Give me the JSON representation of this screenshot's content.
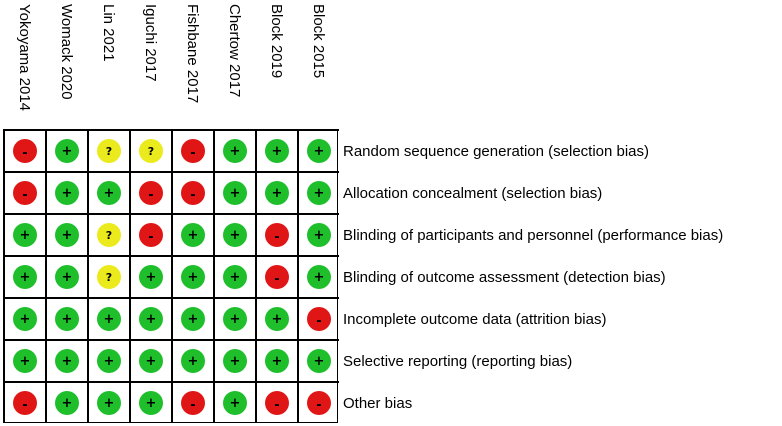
{
  "studies": [
    "Yokoyama 2014",
    "Womack 2020",
    "Lin 2021",
    "Iguchi 2017",
    "Fishbane 2017",
    "Chertow 2017",
    "Block 2019",
    "Block 2015"
  ],
  "domains": [
    "Random sequence generation (selection bias)",
    "Allocation concealment (selection bias)",
    "Blinding of participants and personnel (performance bias)",
    "Blinding of outcome assessment (detection bias)",
    "Incomplete outcome data (attrition bias)",
    "Selective reporting (reporting bias)",
    "Other bias"
  ],
  "symbols": {
    "low": "+",
    "high": "-",
    "unclear": "?"
  },
  "colors": {
    "low": "#1fbf2c",
    "high": "#e01616",
    "unclear": "#eaea1d",
    "grid": "#000000"
  },
  "judgements": [
    [
      "high",
      "low",
      "unclear",
      "unclear",
      "high",
      "low",
      "low",
      "low"
    ],
    [
      "high",
      "low",
      "low",
      "high",
      "high",
      "low",
      "low",
      "low"
    ],
    [
      "low",
      "low",
      "unclear",
      "high",
      "low",
      "low",
      "high",
      "low"
    ],
    [
      "low",
      "low",
      "unclear",
      "low",
      "low",
      "low",
      "high",
      "low"
    ],
    [
      "low",
      "low",
      "low",
      "low",
      "low",
      "low",
      "low",
      "high"
    ],
    [
      "low",
      "low",
      "low",
      "low",
      "low",
      "low",
      "low",
      "low"
    ],
    [
      "high",
      "low",
      "low",
      "low",
      "high",
      "low",
      "high",
      "high"
    ]
  ]
}
